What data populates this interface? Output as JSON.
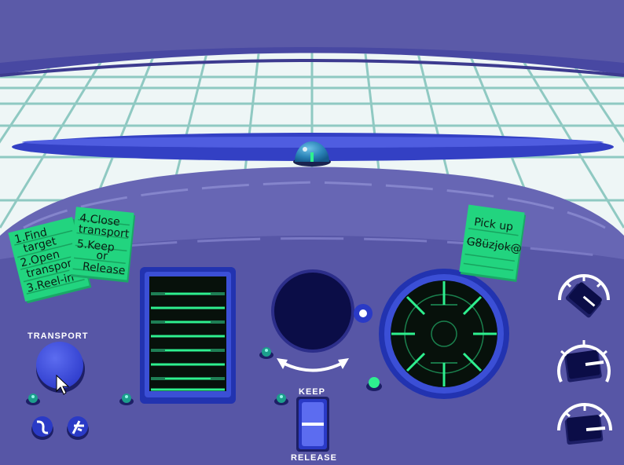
{
  "notes": {
    "left_note_lines": [
      "1.Find",
      "target",
      "2.Open",
      "transport",
      "3.Reel-in"
    ],
    "middle_note_lines": [
      "4.Close",
      "transport",
      "5.Keep",
      "or",
      "Release"
    ],
    "right_note_lines": [
      "Pick up",
      "G8üzjok@"
    ]
  },
  "controls": {
    "transport_label": "TRANSPORT",
    "keep_label": "KEEP",
    "release_label": "RELEASE"
  },
  "colors": {
    "sky": "#eef6f6",
    "grid": "#8fc9c2",
    "hull": "#5b5aa8",
    "dash": "#4c4a99",
    "visor": "#3340c4",
    "note": "#22d47f",
    "screen": "#07110b",
    "radar_line": "#2ef08f"
  },
  "icons": {
    "transport_button": "circle-button-icon",
    "rotate_arrow": "curved-double-arrow-icon",
    "radar": "crosshair-radar-icon",
    "dome_light": "dome-lamp-icon",
    "cursor": "mouse-pointer-icon"
  }
}
